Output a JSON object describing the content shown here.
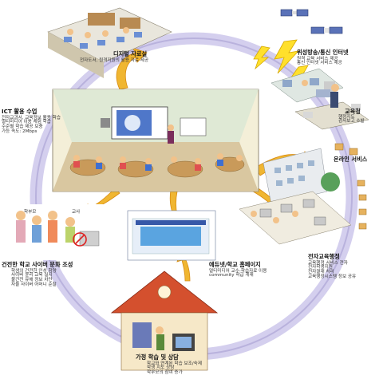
{
  "nodes": {
    "digital": {
      "title": "디지털 자료실",
      "desc": [
        "전자도서, 원격지원의 활용 자료 제공"
      ]
    },
    "satellite": {
      "title": "위성방송/통신 인터넷",
      "desc": [
        "원격 교육 서비스 제공",
        "통신 인터넷 서비스 제공"
      ]
    },
    "education_office": {
      "title": "교육청",
      "desc": [
        "행정지도",
        "감사보고 수발"
      ]
    },
    "online": {
      "title": "온라인 서비스"
    },
    "ict": {
      "title": "ICT 활용 수업",
      "desc": [
        "전자교과서, 교육정보 활용 학습",
        "멀티미디어 이용 체험 학습",
        "수준별 학습 제공 보충",
        "가능 속도: 2Mbps"
      ]
    },
    "eadmin": {
      "title": "전자교육행정",
      "desc": [
        "교육행정 서비스 전자",
        "전자학생지원",
        "전자결재 처리",
        "교육행정시스템 정보 공유"
      ]
    },
    "homepage": {
      "title": "에듀넷/학교 홈페이지",
      "desc": [
        "멀티미디어 교수-학습자료 이용",
        "community 학급 게재"
      ]
    },
    "cyber": {
      "title": "건전한 학교 사이버 문화 조성",
      "desc": [
        "학생의 건전한 인성 함양",
        "사이버 윤리 교육 실시",
        "불건전 유해 정보 차단",
        "자율 사이버 어머니 순찰"
      ]
    },
    "home": {
      "title": "가정 학습 및 상담",
      "desc": [
        "학교와 연계된 학습 보조/숙제",
        "학생 지도 상담",
        "학부모의 참여 증가"
      ]
    },
    "people": {
      "parent": "학부모",
      "teacher": "교사"
    }
  },
  "colors": {
    "ring": "#c9c3e6",
    "arrow": "#f2b93b",
    "lightning": "#ffe23a"
  }
}
